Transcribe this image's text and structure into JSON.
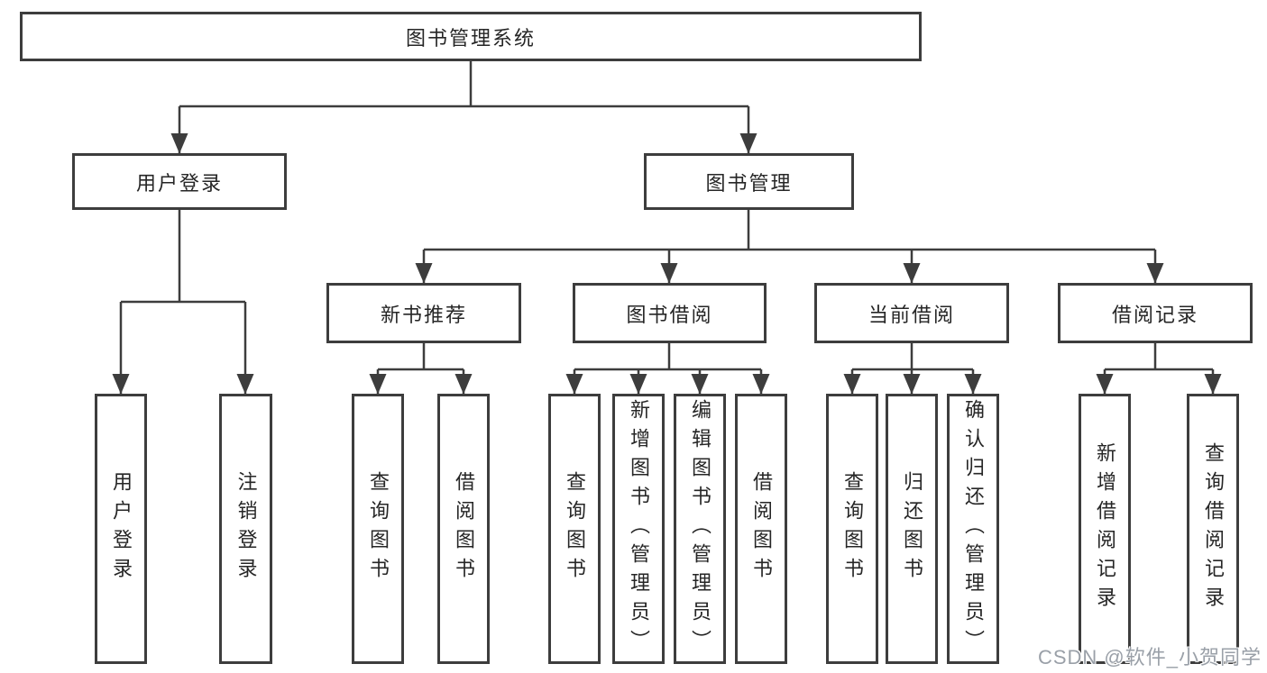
{
  "tree": {
    "label": "图书管理系统",
    "children": [
      {
        "label": "用户登录",
        "children": [
          {
            "label": "用户登录"
          },
          {
            "label": "注销登录"
          }
        ]
      },
      {
        "label": "图书管理",
        "children": [
          {
            "label": "新书推荐",
            "children": [
              {
                "label": "查询图书"
              },
              {
                "label": "借阅图书"
              }
            ]
          },
          {
            "label": "图书借阅",
            "children": [
              {
                "label": "查询图书"
              },
              {
                "label": "新增图书（管理员）"
              },
              {
                "label": "编辑图书（管理员）"
              },
              {
                "label": "借阅图书"
              }
            ]
          },
          {
            "label": "当前借阅",
            "children": [
              {
                "label": "查询图书"
              },
              {
                "label": "归还图书"
              },
              {
                "label": "确认归还（管理员）"
              }
            ]
          },
          {
            "label": "借阅记录",
            "children": [
              {
                "label": "新增借阅记录"
              },
              {
                "label": "查询借阅记录"
              }
            ]
          }
        ]
      }
    ]
  },
  "watermark": {
    "text": "CSDN @软件_小贺同学"
  },
  "colors": {
    "line": "#3d3d3d",
    "box_border": "#3d3d3d",
    "text": "#262626",
    "watermark": "#9aa0a8",
    "background": "#ffffff"
  }
}
